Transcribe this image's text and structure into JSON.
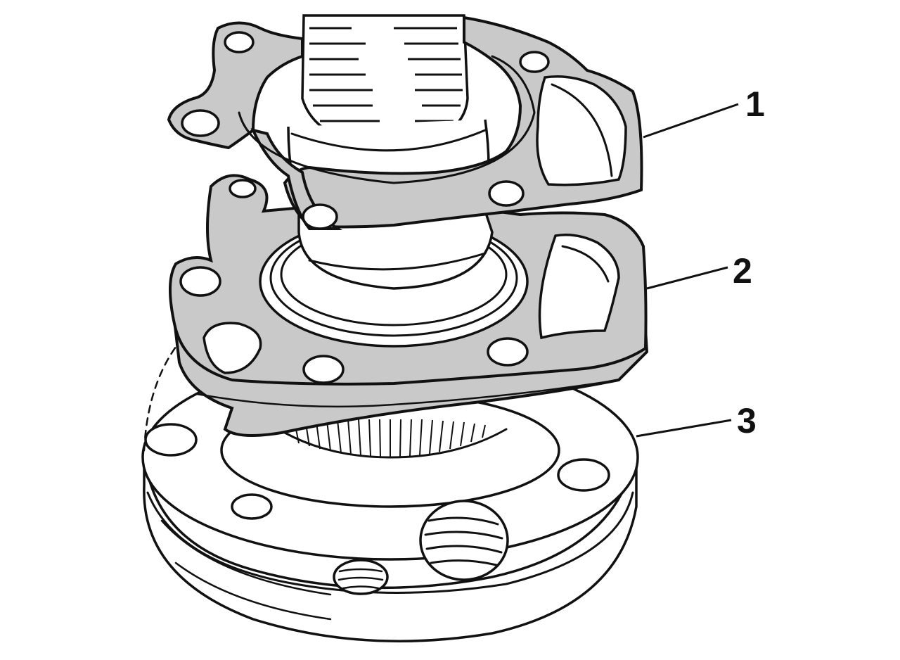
{
  "figure": {
    "parts": [
      {
        "id": "part-1",
        "label": "1",
        "name": "gasket-upper"
      },
      {
        "id": "part-2",
        "label": "2",
        "name": "gasket-lower"
      },
      {
        "id": "part-3",
        "label": "3",
        "name": "wheel-hub-flange"
      }
    ],
    "colors": {
      "ink": "#111111",
      "gasket_fill": "#c9c9c9",
      "background": "#ffffff"
    }
  }
}
